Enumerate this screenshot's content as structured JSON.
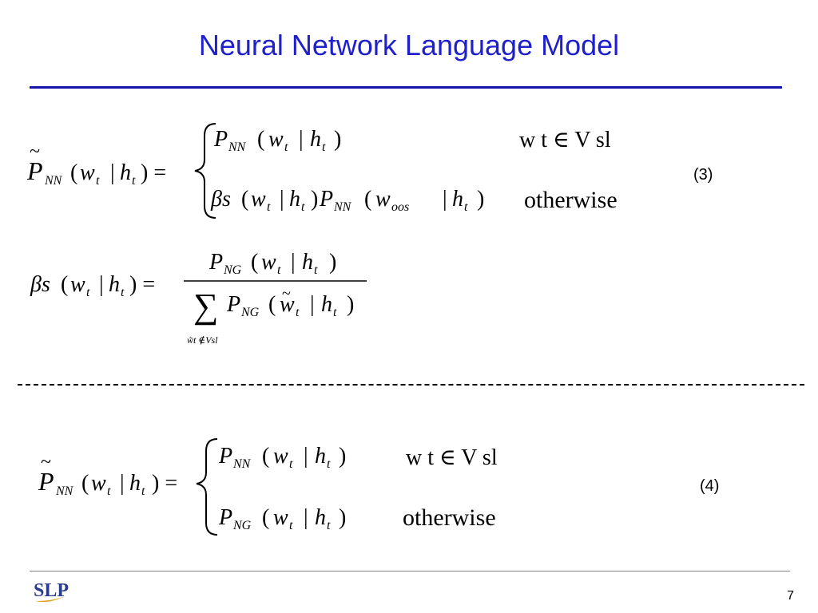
{
  "slide": {
    "title": "Neural Network Language Model",
    "page_number": "7"
  },
  "colors": {
    "title": "#1f1fcc",
    "rule": "#1414a8",
    "logo_blue": "#2b3b8f",
    "logo_gold": "#e0a020"
  },
  "equations": {
    "eq3_number": "(3)",
    "eq4_number": "(4)",
    "case_condition": "w t ∈ V sl",
    "otherwise_label": "otherwise",
    "sum_subscript": "w̃t ∉Vsl"
  },
  "logo": {
    "text": "SLP",
    "icon": "slp-logo-icon"
  }
}
